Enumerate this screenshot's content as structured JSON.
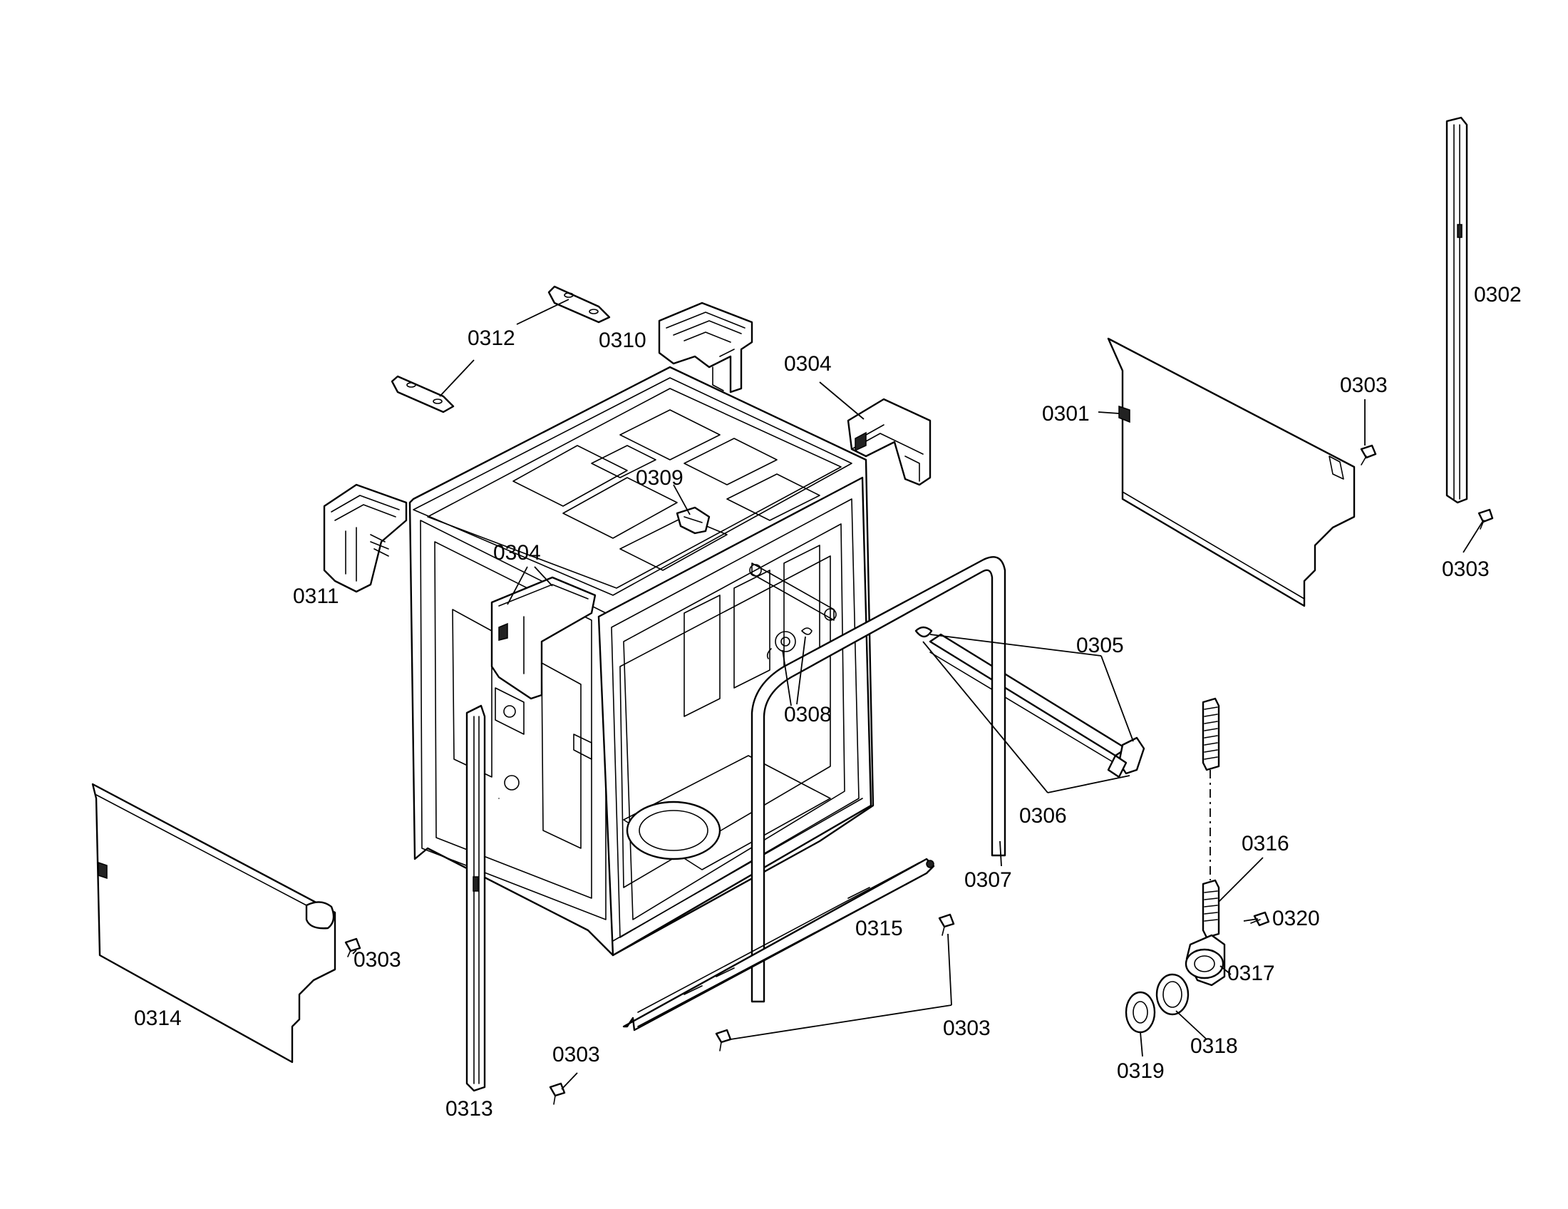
{
  "labels": {
    "l0312": "0312",
    "l0310": "0310",
    "l0304a": "0304",
    "l0309": "0309",
    "l0304b": "0304",
    "l0311": "0311",
    "l0301": "0301",
    "l0303a": "0303",
    "l0302": "0302",
    "l0303b": "0303",
    "l0305": "0305",
    "l0308": "0308",
    "l0306": "0306",
    "l0307": "0307",
    "l0316": "0316",
    "l0320": "0320",
    "l0317": "0317",
    "l0315": "0315",
    "l0303c": "0303",
    "l0314": "0314",
    "l0303d": "0303",
    "l0303e": "0303",
    "l0318": "0318",
    "l0319": "0319",
    "l0313": "0313"
  }
}
